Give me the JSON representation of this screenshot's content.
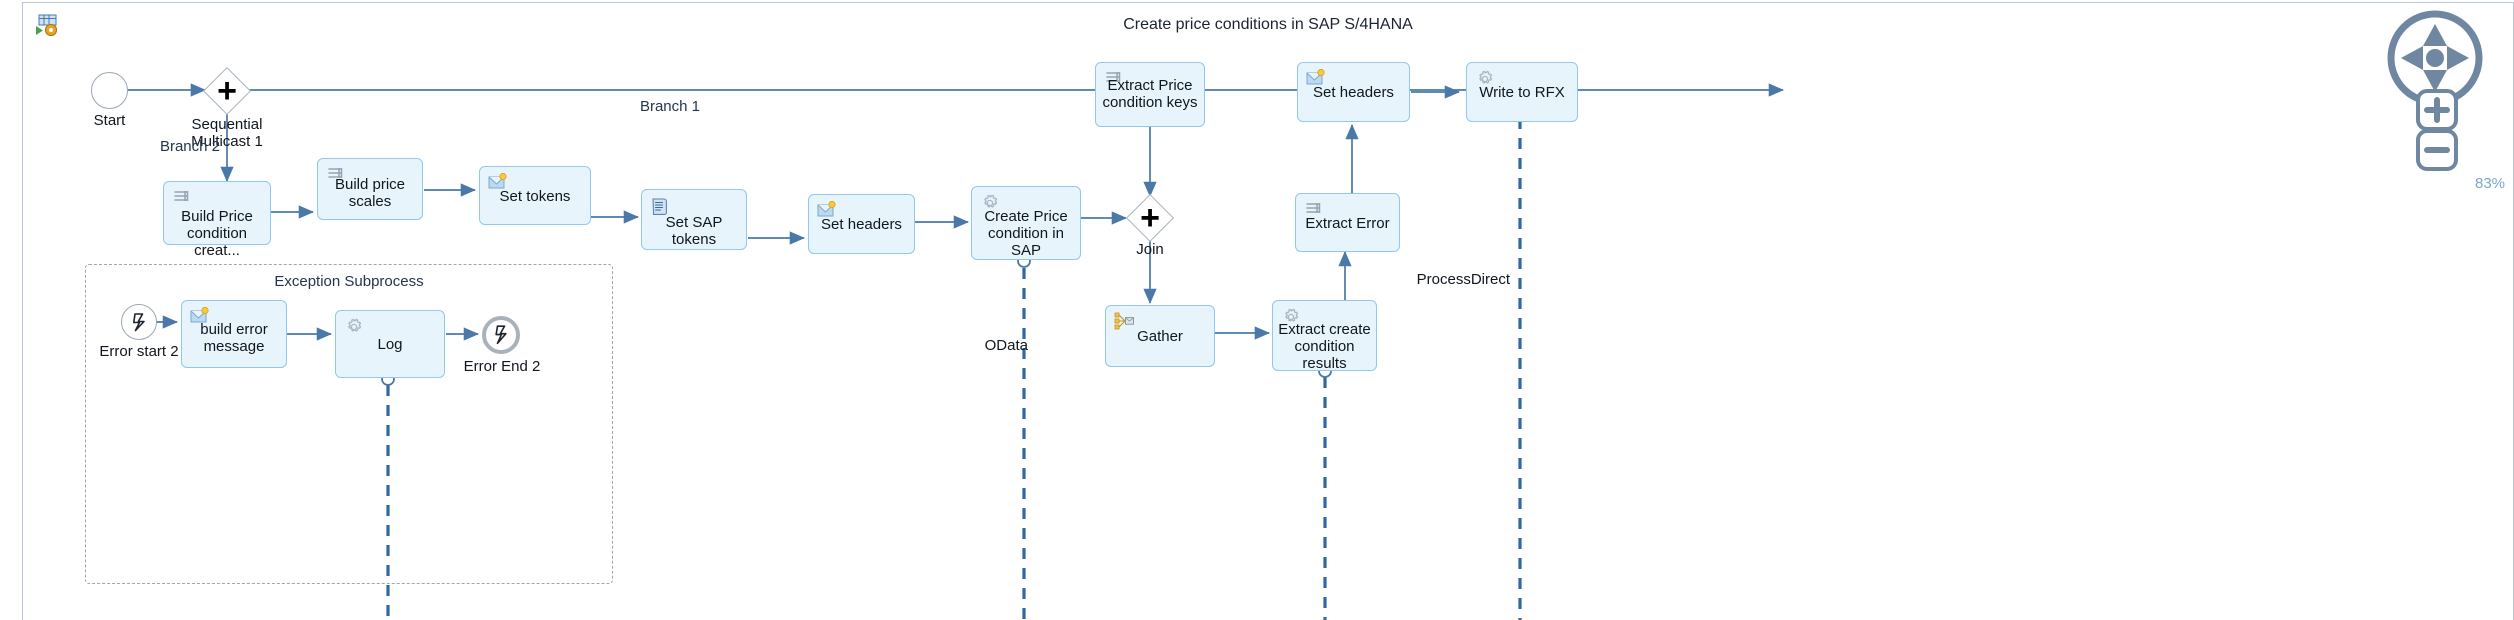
{
  "header": {
    "title": "Create price conditions in SAP S/4HANA",
    "icon": "integration-flow-icon"
  },
  "canvas": {
    "zoom_level": "83%",
    "nav_control_icon": "pan-navigation-icon",
    "zoom_in_icon": "plus-icon",
    "zoom_out_icon": "minus-icon"
  },
  "nodes": [
    {
      "id": "start",
      "label": "Start",
      "type": "start-event",
      "icon": "none"
    },
    {
      "id": "seq-multicast",
      "label": "Sequential\nMulticast 1",
      "type": "gateway",
      "icon": "plus-icon"
    },
    {
      "id": "build-price-cond",
      "label": "Build Price\ncondition creat...",
      "type": "task",
      "icon": "content-modifier-icon"
    },
    {
      "id": "build-price-scales",
      "label": "Build price\nscales",
      "type": "task",
      "icon": "content-modifier-icon"
    },
    {
      "id": "set-tokens",
      "label": "Set tokens",
      "type": "task",
      "icon": "message-mapping-icon"
    },
    {
      "id": "set-sap-tokens",
      "label": "Set SAP tokens",
      "type": "task",
      "icon": "script-icon"
    },
    {
      "id": "set-headers-1",
      "label": "Set headers",
      "type": "task",
      "icon": "message-mapping-icon"
    },
    {
      "id": "create-price-sap",
      "label": "Create Price\ncondition in SAP",
      "type": "task",
      "icon": "gear-icon"
    },
    {
      "id": "extract-keys",
      "label": "Extract Price\ncondition keys",
      "type": "task",
      "icon": "content-modifier-icon"
    },
    {
      "id": "join",
      "label": "Join",
      "type": "gateway",
      "icon": "plus-icon"
    },
    {
      "id": "gather",
      "label": "Gather",
      "type": "task",
      "icon": "gather-icon"
    },
    {
      "id": "extract-create-results",
      "label": "Extract create\ncondition results",
      "type": "task",
      "icon": "gear-icon"
    },
    {
      "id": "extract-error",
      "label": "Extract Error",
      "type": "task",
      "icon": "content-modifier-icon"
    },
    {
      "id": "set-headers-2",
      "label": "Set headers",
      "type": "task",
      "icon": "message-mapping-icon"
    },
    {
      "id": "write-to-rfx",
      "label": "Write to RFX",
      "type": "task",
      "icon": "gear-icon"
    }
  ],
  "branch_labels": [
    {
      "id": "branch-1",
      "label": "Branch 1"
    },
    {
      "id": "branch-2",
      "label": "Branch 2"
    }
  ],
  "subprocess": {
    "title": "Exception Subprocess",
    "nodes": [
      {
        "id": "error-start-2",
        "label": "Error start 2",
        "type": "error-start-event",
        "icon": "error-bolt-icon"
      },
      {
        "id": "build-error-msg",
        "label": "build error\nmessage",
        "type": "task",
        "icon": "message-mapping-icon"
      },
      {
        "id": "log",
        "label": "Log",
        "type": "task",
        "icon": "gear-icon"
      },
      {
        "id": "error-end-2",
        "label": "Error End 2",
        "type": "error-end-event",
        "icon": "error-bolt-icon"
      }
    ]
  },
  "participants": [
    {
      "id": "odata",
      "label": "OData"
    },
    {
      "id": "processdirect",
      "label": "ProcessDirect"
    }
  ],
  "colors": {
    "task_fill": "#e8f4fc",
    "task_border": "#90c8ee",
    "wire": "#4a78a8",
    "pool_border": "#b9c6d4",
    "zoom_text": "#7aa7cf"
  }
}
